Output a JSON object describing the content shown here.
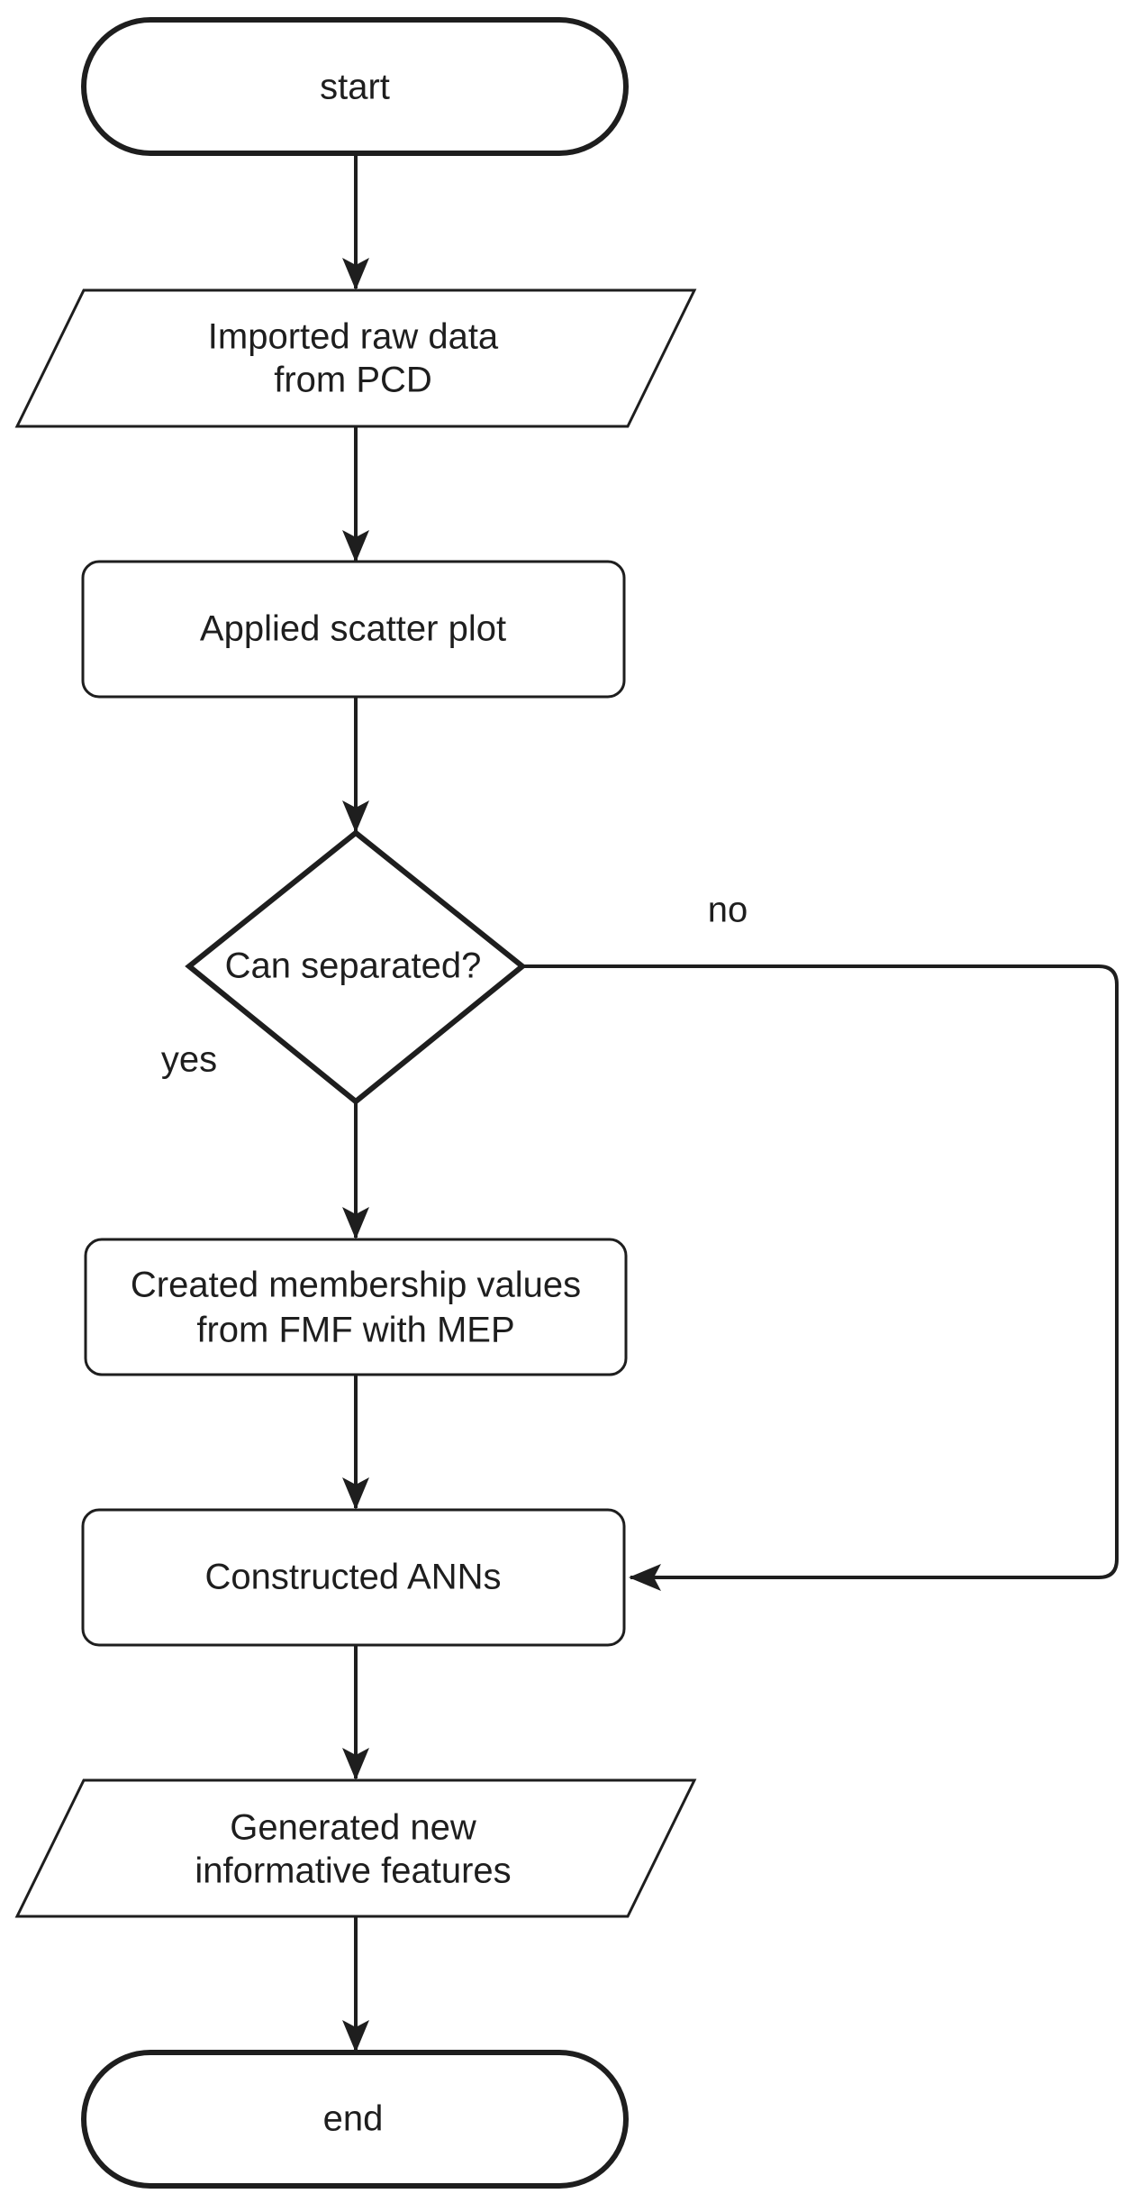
{
  "diagram": {
    "nodes": {
      "start": {
        "label": "start"
      },
      "import": {
        "line1": "Imported raw data",
        "line2": "from PCD"
      },
      "scatter": {
        "label": "Applied scatter plot"
      },
      "decision": {
        "label": "Can separated?"
      },
      "membership": {
        "line1": "Created membership values",
        "line2": "from FMF with MEP"
      },
      "anns": {
        "label": "Constructed ANNs"
      },
      "generated": {
        "line1": "Generated new",
        "line2": "informative features"
      },
      "end": {
        "label": "end"
      }
    },
    "edges": {
      "no_label": "no",
      "yes_label": "yes"
    },
    "colors": {
      "stroke": "#1e1e1e",
      "fill": "#ffffff",
      "text": "#1e1e1e"
    }
  }
}
